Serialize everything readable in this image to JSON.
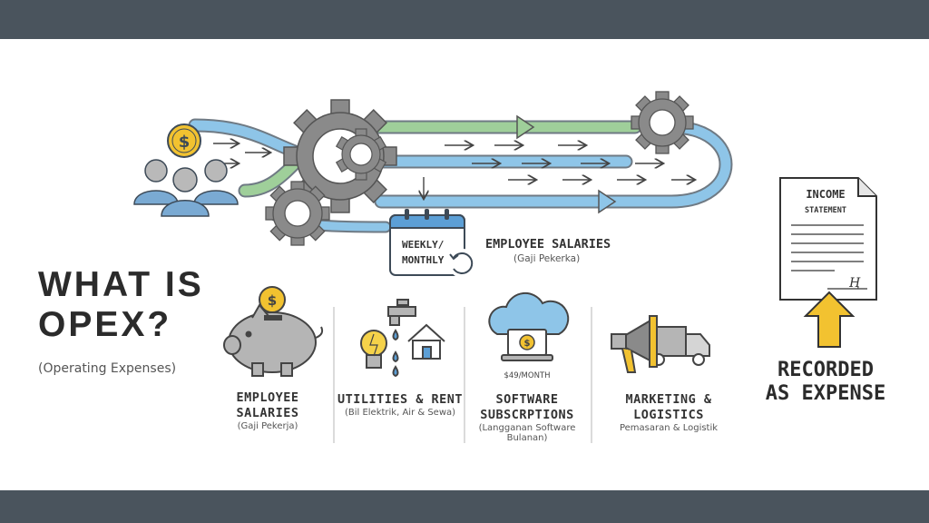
{
  "title": "WHAT IS OPEX?",
  "subtitle": "(Operating Expenses)",
  "flow": {
    "calendar_text_1": "WEEKLY/",
    "calendar_text_2": "MONTHLY",
    "heading": "EMPLOYEE SALARIES",
    "subheading": "(Gaji Pekerka)"
  },
  "categories": [
    {
      "title_1": "EMPLOYEE",
      "title_2": "SALARIES",
      "sub_1": "(Gaji Pekerja)",
      "sub_2": ""
    },
    {
      "title_1": "UTILITIES & RENT",
      "title_2": "",
      "sub_1": "(Bil Elektrik, Air & Sewa)",
      "sub_2": ""
    },
    {
      "title_1": "SOFTWARE",
      "title_2": "SUBSCRPTIONS",
      "sub_1": "(Langganan Software",
      "sub_2": "Bulanan)",
      "price_tag": "$49/MONTH"
    },
    {
      "title_1": "MARKETING &",
      "title_2": "LOGISTICS",
      "sub_1": "Pemasaran & Logistik",
      "sub_2": ""
    }
  ],
  "statement": {
    "line_1": "INCOME",
    "line_2": "STATEMENT",
    "signature": "Ⱨ"
  },
  "recorded": {
    "line_1": "RECORDED",
    "line_2": "AS EXPENSE"
  },
  "icons": {
    "coin": "dollar-coin-icon",
    "piggy": "piggy-bank-icon",
    "bulb": "light-bulb-icon",
    "house": "house-icon",
    "cloud": "cloud-icon",
    "megaphone": "megaphone-icon",
    "truck": "truck-icon"
  },
  "colors": {
    "band": "#4a545d",
    "flow_blue": "#8ec5e8",
    "flow_green": "#9fcf9a",
    "gear": "#8a8a8a",
    "coin": "#f2c230",
    "person": "#7aaad3",
    "arrow_up": "#f2c230"
  }
}
